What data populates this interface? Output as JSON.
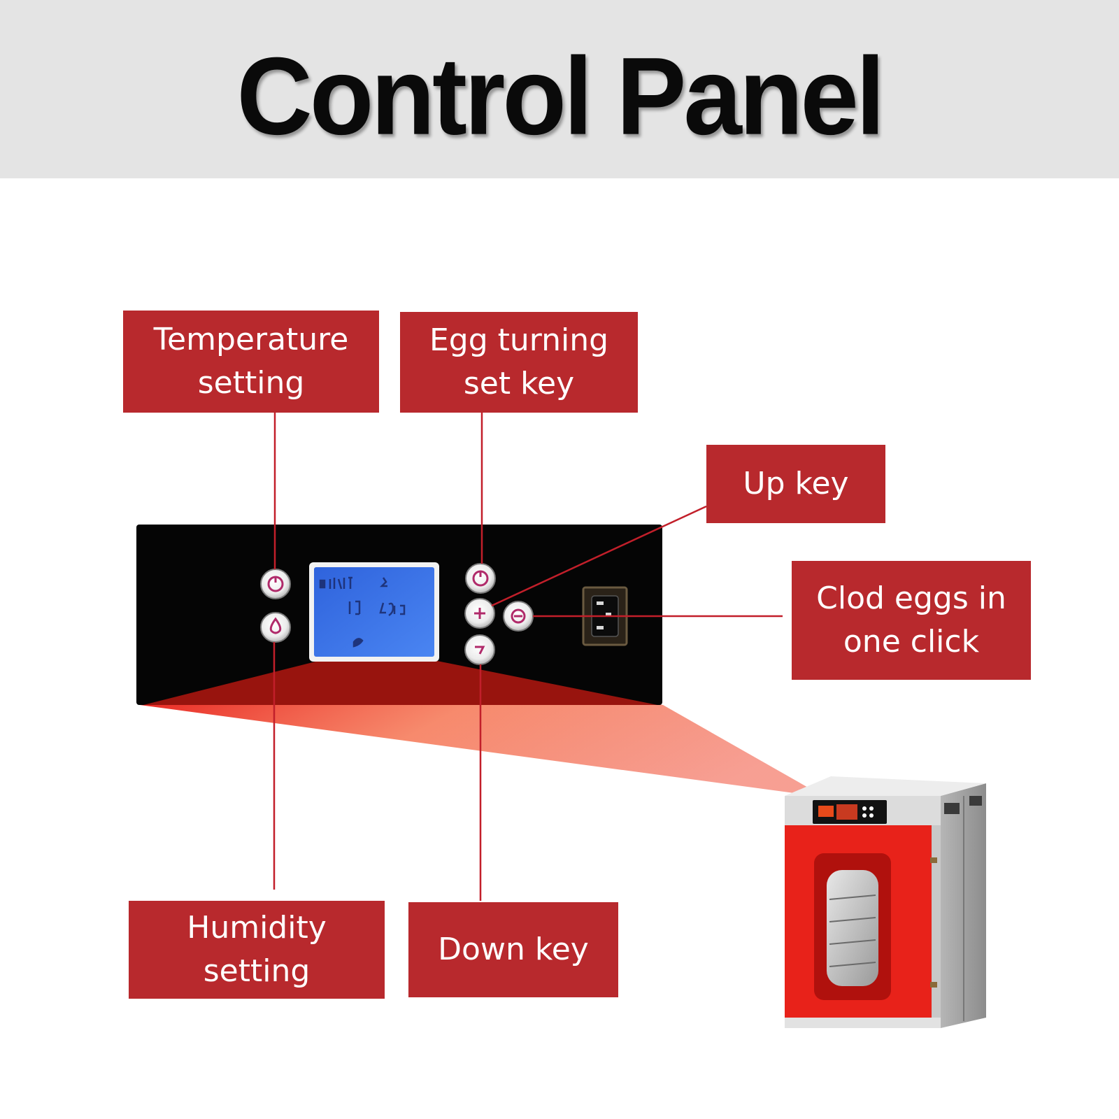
{
  "title": "Control Panel",
  "labels": {
    "temperature": "Temperature\nsetting",
    "egg_turning": "Egg turning\nset key",
    "up": "Up key",
    "cold_eggs": "Clod eggs in\none click",
    "humidity": "Humidity\nsetting",
    "down": "Down key"
  },
  "colors": {
    "label_bg": "#b8292d",
    "header_bg": "#e4e4e4",
    "panel": "#050505",
    "lcd": "#3a6ee6",
    "incubator_red": "#e8221a",
    "leader_line": "#c21f2a"
  },
  "icons": {
    "temperature_button": "thermometer-button-icon",
    "humidity_button": "droplet-button-icon",
    "egg_turning_button": "rotate-button-icon",
    "up_button": "plus-button-icon",
    "down_button": "minus-button-icon",
    "cold_eggs_button": "power-button-icon",
    "power_socket": "power-socket-icon"
  }
}
